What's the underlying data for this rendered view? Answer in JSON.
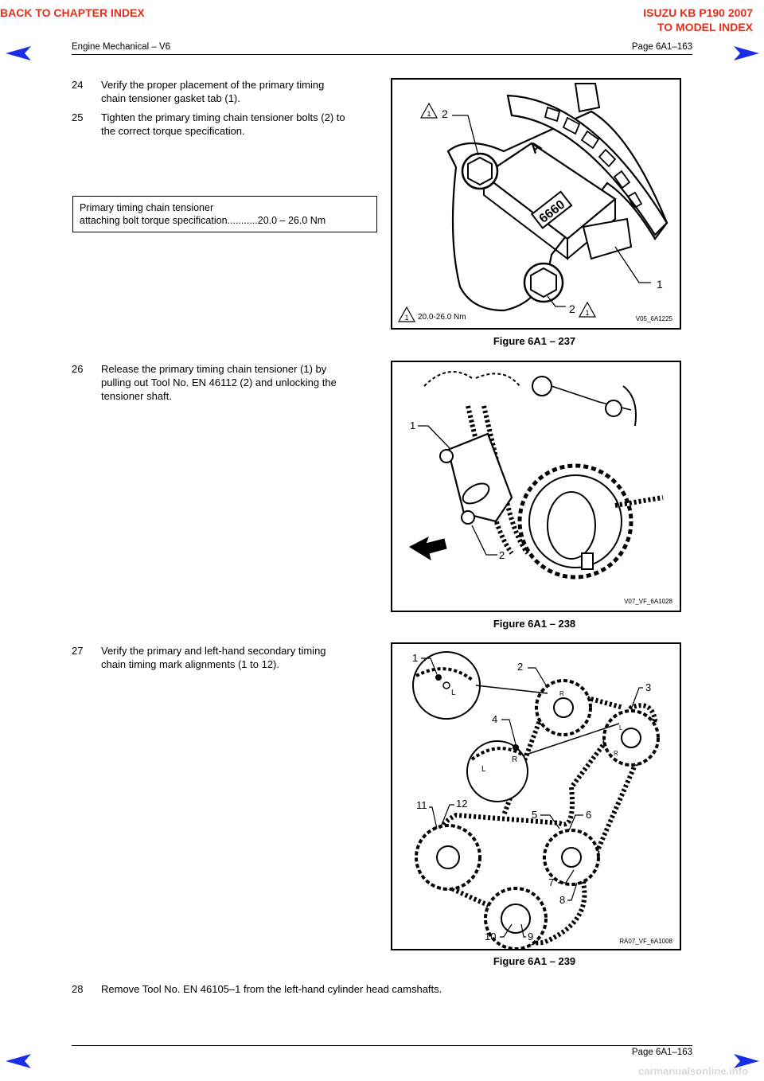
{
  "nav": {
    "back_to_chapter": "BACK TO CHAPTER INDEX",
    "model_title": "ISUZU KB P190 2007",
    "to_model_index": "TO MODEL INDEX",
    "link_color": "#e0301e"
  },
  "header": {
    "section": "Engine Mechanical – V6",
    "page": "Page 6A1–163"
  },
  "footer": {
    "page": "Page 6A1–163",
    "watermark": "carmanualsonline.info"
  },
  "steps": [
    {
      "num": "24",
      "lines": [
        "Verify the proper placement of the primary timing",
        "chain tensioner gasket tab (1)."
      ]
    },
    {
      "num": "25",
      "lines": [
        "Tighten the primary timing chain tensioner bolts (2) to",
        "the correct torque specification."
      ]
    },
    {
      "num": "26",
      "lines": [
        "Release the primary timing chain tensioner (1) by",
        "pulling out Tool No. EN 46112 (2) and unlocking the",
        "tensioner shaft."
      ]
    },
    {
      "num": "27",
      "lines": [
        "Verify the primary and left-hand secondary timing",
        "chain timing mark alignments (1 to 12)."
      ]
    },
    {
      "num": "28",
      "lines": [
        "Remove Tool No. EN 46105–1 from the left-hand cylinder head camshafts."
      ]
    }
  ],
  "spec_box": {
    "line1": "Primary timing chain tensioner",
    "line2": "attaching bolt torque specification...........20.0 – 26.0 Nm"
  },
  "figures": [
    {
      "caption": "Figure 6A1 – 237",
      "code": "V05_6A1225",
      "torque": "20.0-26.0 Nm",
      "tensioner_text": "6660",
      "tensioner_text_2": "A",
      "callouts": [
        "2",
        "1",
        "2",
        "1",
        "1",
        "1"
      ]
    },
    {
      "caption": "Figure 6A1 – 238",
      "code": "V07_VF_6A1028",
      "callouts": [
        "1",
        "2"
      ]
    },
    {
      "caption": "Figure 6A1 – 239",
      "code": "RA07_VF_6A1008",
      "callouts": [
        "1",
        "2",
        "3",
        "4",
        "5",
        "6",
        "7",
        "8",
        "9",
        "10",
        "11",
        "12"
      ],
      "mark_letters": [
        "L",
        "R",
        "L",
        "R",
        "L",
        "R"
      ]
    }
  ],
  "icons": {
    "prev": "arrow-left-icon",
    "next": "arrow-right-icon",
    "color": "#1a2ee8"
  }
}
